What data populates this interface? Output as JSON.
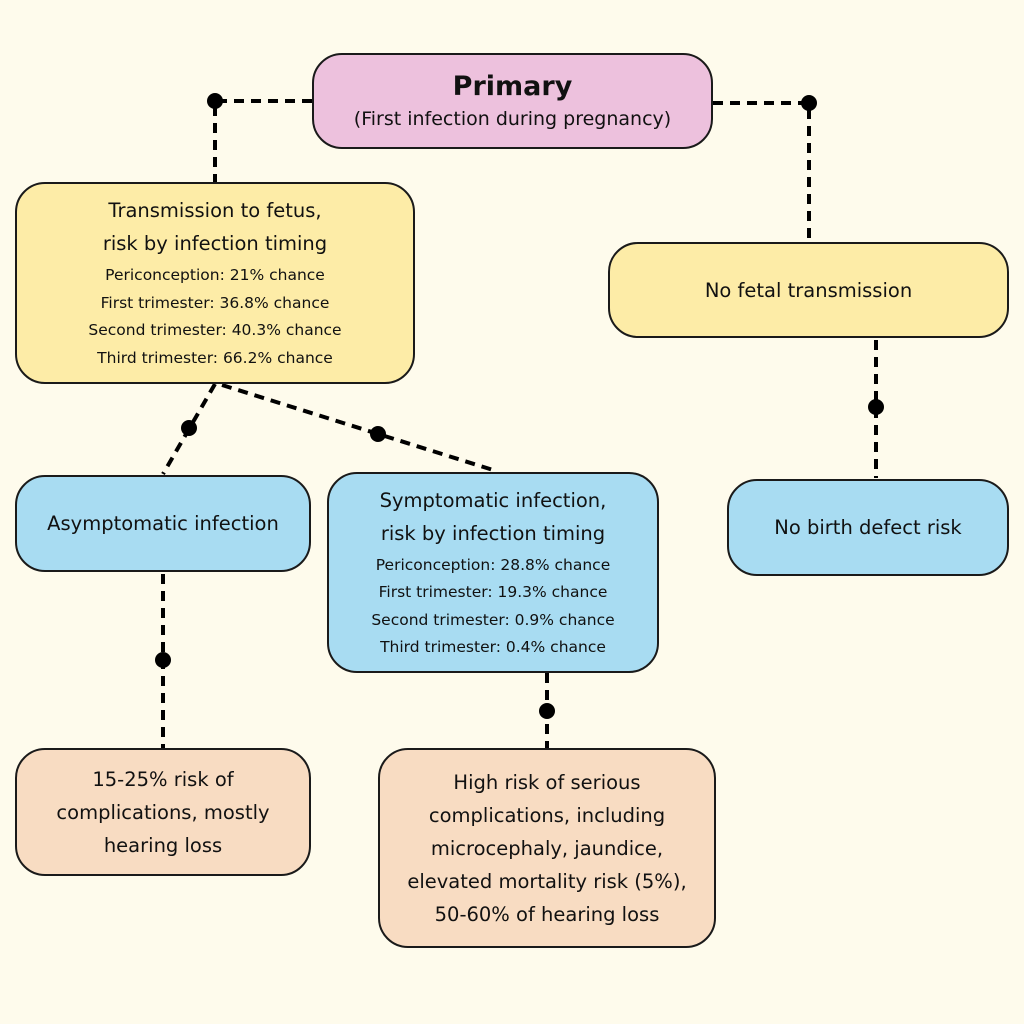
{
  "colors": {
    "background": "#fefbec",
    "primary_node": "#edc1dd",
    "transmission_node": "#fdeca7",
    "infection_node": "#a8dcf2",
    "outcome_node": "#f8dcc2",
    "stroke": "#1a1a1a"
  },
  "primary": {
    "title": "Primary",
    "subtitle": "(First infection during pregnancy)"
  },
  "transmission": {
    "heading_lines": [
      "Transmission to fetus,",
      "risk by infection timing"
    ],
    "risks": [
      "Periconception: 21% chance",
      "First trimester: 36.8% chance",
      "Second trimester: 40.3% chance",
      "Third trimester: 66.2% chance"
    ]
  },
  "no_transmission": {
    "label": "No fetal transmission"
  },
  "asymptomatic": {
    "label": "Asymptomatic infection"
  },
  "symptomatic": {
    "heading_lines": [
      "Symptomatic infection,",
      "risk by infection timing"
    ],
    "risks": [
      "Periconception: 28.8% chance",
      "First trimester: 19.3% chance",
      "Second trimester: 0.9% chance",
      "Third trimester: 0.4% chance"
    ]
  },
  "no_defect": {
    "label": "No birth defect risk"
  },
  "asymptomatic_outcome": {
    "lines": [
      "15-25% risk of",
      "complications, mostly",
      "hearing loss"
    ]
  },
  "symptomatic_outcome": {
    "lines": [
      "High risk of serious",
      "complications, including",
      "microcephaly, jaundice,",
      "elevated mortality risk (5%),",
      "50-60% of hearing loss"
    ]
  }
}
